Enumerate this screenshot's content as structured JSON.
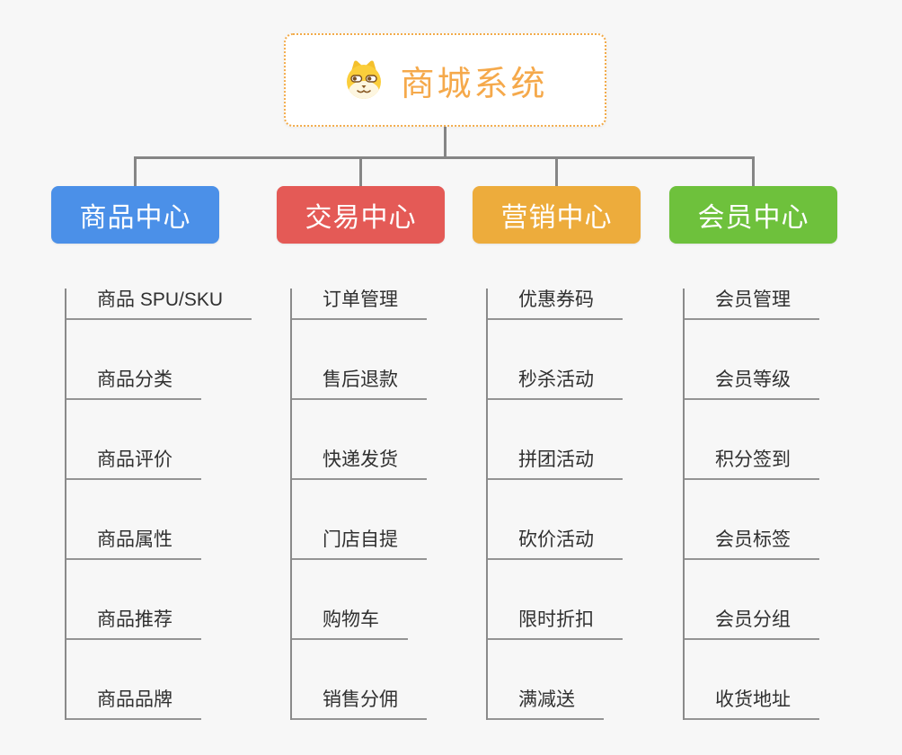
{
  "root": {
    "title": "商城系统",
    "icon": "dog-icon",
    "border_color": "#F2AB4A",
    "title_color": "#F5A94B"
  },
  "connector_color": "#868686",
  "branches": [
    {
      "label": "商品中心",
      "color": "#4B90E8",
      "items": [
        "商品 SPU/SKU",
        "商品分类",
        "商品评价",
        "商品属性",
        "商品推荐",
        "商品品牌"
      ]
    },
    {
      "label": "交易中心",
      "color": "#E45A56",
      "items": [
        "订单管理",
        "售后退款",
        "快递发货",
        "门店自提",
        "购物车",
        "销售分佣"
      ]
    },
    {
      "label": "营销中心",
      "color": "#EDAC3C",
      "items": [
        "优惠券码",
        "秒杀活动",
        "拼团活动",
        "砍价活动",
        "限时折扣",
        "满减送"
      ]
    },
    {
      "label": "会员中心",
      "color": "#6EC13C",
      "items": [
        "会员管理",
        "会员等级",
        "积分签到",
        "会员标签",
        "会员分组",
        "收货地址"
      ]
    }
  ]
}
